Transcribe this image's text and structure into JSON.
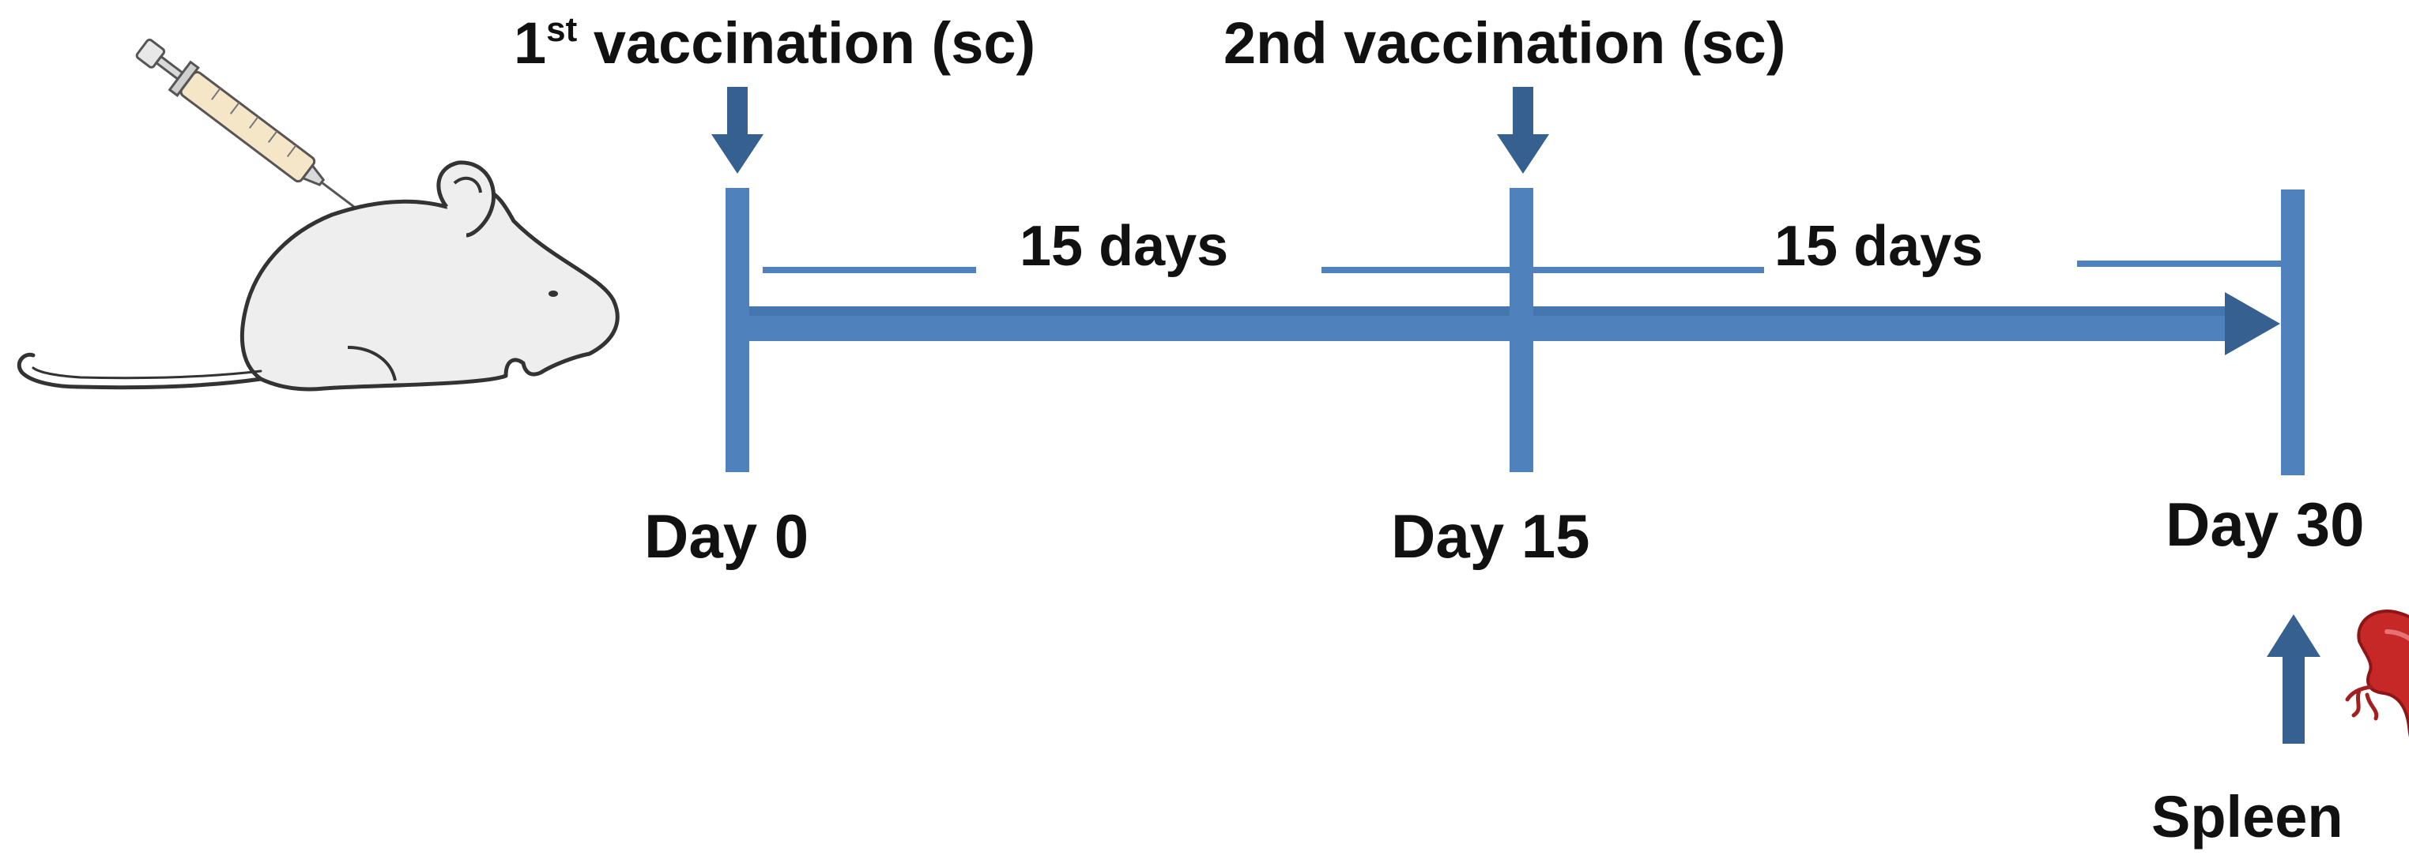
{
  "colors": {
    "timeline": "#4f81bd",
    "arrow_dark": "#35608f",
    "mouse_fill": "#eeeeee",
    "mouse_outline": "#333333",
    "spleen": "#c62828",
    "text": "#111111"
  },
  "events": {
    "first_vaccination": {
      "number": "1",
      "superscript": "st",
      "rest": " vaccination (sc)"
    },
    "second_vaccination": "2nd vaccination (sc)"
  },
  "intervals": [
    "15 days",
    "15 days"
  ],
  "days": [
    "Day 0",
    "Day 15",
    "Day 30"
  ],
  "endpoint": {
    "organ": "Spleen",
    "icon": "spleen-icon"
  },
  "icons": [
    "mouse-icon",
    "syringe-icon",
    "spleen-icon",
    "arrow-down-icon",
    "arrow-up-icon"
  ]
}
